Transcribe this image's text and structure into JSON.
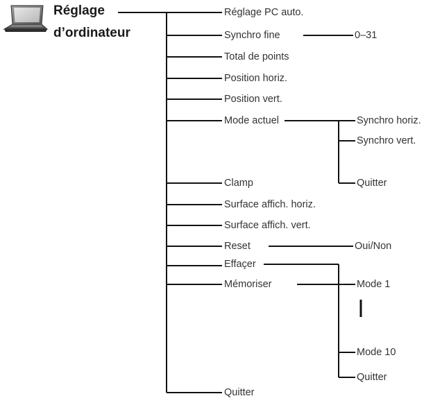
{
  "header": {
    "title_line1": "Réglage",
    "title_line2": "d’ordinateur",
    "icon": "laptop-icon"
  },
  "menu": {
    "items": [
      {
        "label": "Réglage PC auto."
      },
      {
        "label": "Synchro fine",
        "sub": "0–31"
      },
      {
        "label": "Total de points"
      },
      {
        "label": "Position horiz."
      },
      {
        "label": "Position vert."
      },
      {
        "label": "Mode actuel",
        "children": [
          "Synchro horiz.",
          "Synchro vert.",
          "Quitter"
        ]
      },
      {
        "label": "Clamp"
      },
      {
        "label": "Surface affich. horiz."
      },
      {
        "label": "Surface affich. vert."
      },
      {
        "label": "Reset",
        "sub": "Oui/Non"
      },
      {
        "label": "Effaçer"
      },
      {
        "label": "Mémoriser"
      },
      {
        "label": "Quitter"
      }
    ],
    "memory_modes": {
      "first": "Mode 1",
      "last": "Mode 10",
      "exit": "Quitter"
    }
  }
}
